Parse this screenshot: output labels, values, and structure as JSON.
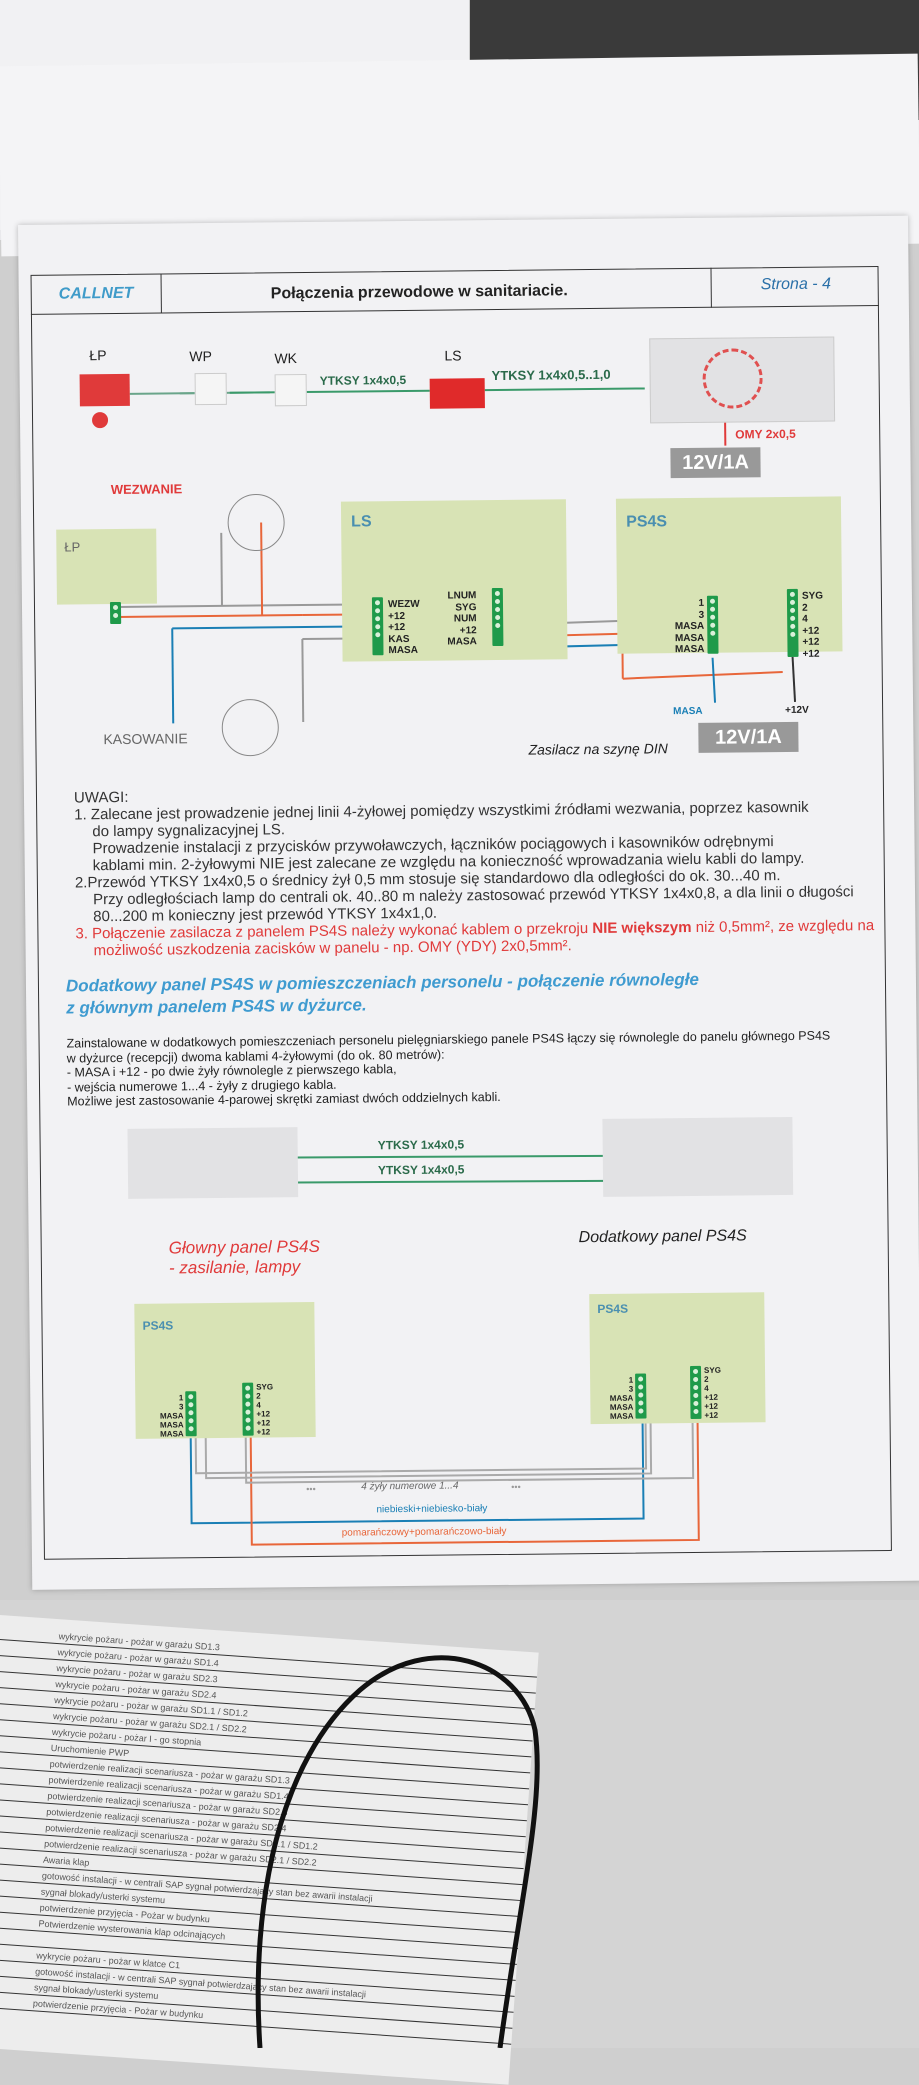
{
  "header": {
    "brand": "CALLNET",
    "title": "Połączenia przewodowe w sanitariacie.",
    "page": "Strona - 4"
  },
  "top_diagram": {
    "lp": "ŁP",
    "wp": "WP",
    "wk": "WK",
    "ls": "LS",
    "cable1": "YTKSY 1x4x0,5",
    "cable2": "YTKSY 1x4x0,5..1,0",
    "omy": "OMY 2x0,5",
    "psu": "12V/1A"
  },
  "wiring": {
    "wezwanie": "WEZWANIE",
    "kasowanie": "KASOWANIE",
    "lp": "ŁP",
    "ls": "LS",
    "ps4s": "PS4S",
    "ls_left": [
      "WEZW",
      "+12",
      "+12",
      "KAS",
      "MASA"
    ],
    "ls_right": [
      "LNUM",
      "SYG",
      "NUM",
      "+12",
      "MASA"
    ],
    "ps_left": [
      "1",
      "3",
      "MASA",
      "MASA",
      "MASA"
    ],
    "ps_right": [
      "SYG",
      "2",
      "4",
      "+12",
      "+12",
      "+12"
    ],
    "masa": "MASA",
    "plus12v": "+12V",
    "psu_caption": "Zasilacz na szynę DIN",
    "psu": "12V/1A"
  },
  "notes": {
    "heading": "UWAGI:",
    "lines": [
      "1. Zalecane jest prowadzenie jednej linii 4-żyłowej pomiędzy wszystkimi źródłami wezwania, poprzez kasownik",
      "do lampy sygnalizacyjnej LS.",
      "Prowadzenie instalacji z przycisków przywoławczych, łączników pociągowych i kasowników odrębnymi",
      "kablami min. 2-żyłowymi NIE jest zalecane ze względu na konieczność wprowadzania wielu kabli do lampy.",
      "2.Przewód YTKSY 1x4x0,5 o średnicy żył 0,5 mm stosuje się standardowo dla odległości do ok. 30...40 m.",
      "Przy odległościach lamp do centrali ok. 40..80 m należy zastosować przewód YTKSY 1x4x0,8, a dla linii o długości",
      "80...200 m konieczny jest przewód YTKSY 1x4x1,0."
    ],
    "note3_a": "3. Połączenie zasilacza z panelem PS4S należy wykonać kablem o przekroju ",
    "note3_bold": "NIE większym",
    "note3_b": " niż 0,5mm², ze względu na",
    "note3_c": "możliwość uszkodzenia zacisków w panelu - np. OMY (YDY) 2x0,5mm²."
  },
  "section2": {
    "title1": "Dodatkowy panel PS4S w pomieszczeniach personelu - połączenie równoległe",
    "title2": "z głównym panelem PS4S w dyżurce.",
    "para": [
      "Zainstalowane w dodatkowych pomieszczeniach personelu pielęgniarskiego panele PS4S łączy się równolegle do panelu głównego PS4S",
      "w dyżurce (recepcji) dwoma kablami 4-żyłowymi (do ok. 80 metrów):",
      "- MASA i +12 - po dwie żyły równolegle z pierwszego kabla,",
      "- wejścia numerowe 1...4 - żyły z drugiego kabla.",
      "Możliwe jest zastosowanie 4-parowej skrętki zamiast dwóch oddzielnych kabli."
    ],
    "cable1": "YTKSY 1x4x0,5",
    "cable2": "YTKSY 1x4x0,5",
    "main_label1": "Głowny panel PS4S",
    "main_label2": "- zasilanie, lampy",
    "extra_label": "Dodatkowy panel PS4S",
    "ps4s": "PS4S",
    "wire_numbered": "4 żyły numerowe 1...4",
    "wire_blue": "niebieski+niebiesko-biały",
    "wire_orange": "pomarańczowy+pomarańczowo-biały",
    "dots": "•••"
  },
  "lower_sheet": [
    "wykrycie pożaru - pożar w garażu SD1.3",
    "wykrycie pożaru - pożar w garażu SD1.4",
    "wykrycie pożaru - pożar w garażu SD2.3",
    "wykrycie pożaru - pożar w garażu SD2.4",
    "wykrycie pożaru - pożar w garażu SD1.1 / SD1.2",
    "wykrycie pożaru - pożar w garażu SD2.1 / SD2.2",
    "wykrycie pożaru - pożar I - go stopnia",
    "Uruchomienie PWP",
    "potwierdzenie realizacji scenariusza - pożar w garażu SD1.3",
    "potwierdzenie realizacji scenariusza - pożar w garażu SD1.4",
    "potwierdzenie realizacji scenariusza - pożar w garażu SD2.3",
    "potwierdzenie realizacji scenariusza - pożar w garażu SD2.4",
    "potwierdzenie realizacji scenariusza - pożar w garażu SD1.1 / SD1.2",
    "potwierdzenie realizacji scenariusza - pożar w garażu SD2.1 / SD2.2",
    "Awaria klap",
    "gotowość instalacji - w centrali SAP sygnał potwierdzający stan bez awarii instalacji",
    "sygnał blokady/usterki systemu",
    "potwierdzenie przyjęcia - Pożar w budynku",
    "Potwierdzenie wysterowania klap odcinających",
    "",
    "wykrycie pożaru - pożar w klatce C1",
    "gotowość instalacji - w centrali SAP sygnał potwierdzający stan bez awarii instalacji",
    "sygnał blokady/usterki systemu",
    "potwierdzenie przyjęcia - Pożar w budynku"
  ],
  "colors": {
    "accent_red": "#e03a3a",
    "accent_blue": "#2e8ec9",
    "panel_green": "#d8e3b5",
    "terminal_green": "#1f9a4a",
    "wire_orange": "#e8663a",
    "wire_blue": "#1a7fb5"
  }
}
